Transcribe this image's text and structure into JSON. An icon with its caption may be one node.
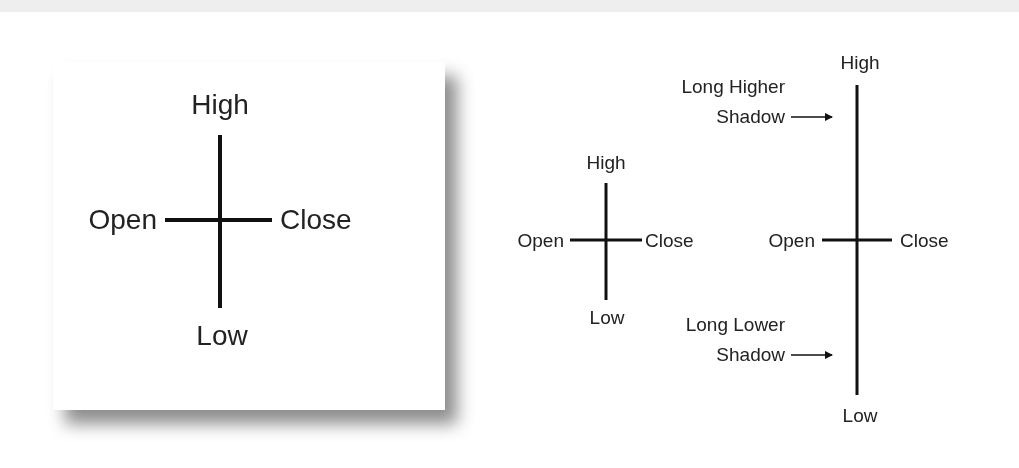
{
  "diagram": {
    "nodes": [
      {
        "text": [
          "Long Higher Shadow"
        ]
      },
      {
        "text": [
          "Long Lower Shadow"
        ]
      }
    ],
    "edges": [
      {
        "from": 0,
        "to": null,
        "arrow": "to"
      },
      {
        "from": 1,
        "to": null,
        "arrow": "to"
      }
    ],
    "labels": [
      "High",
      "Open",
      "Close",
      "Low",
      "High",
      "Open",
      "Close",
      "Low",
      "High",
      "Open",
      "Close",
      "Low"
    ]
  }
}
